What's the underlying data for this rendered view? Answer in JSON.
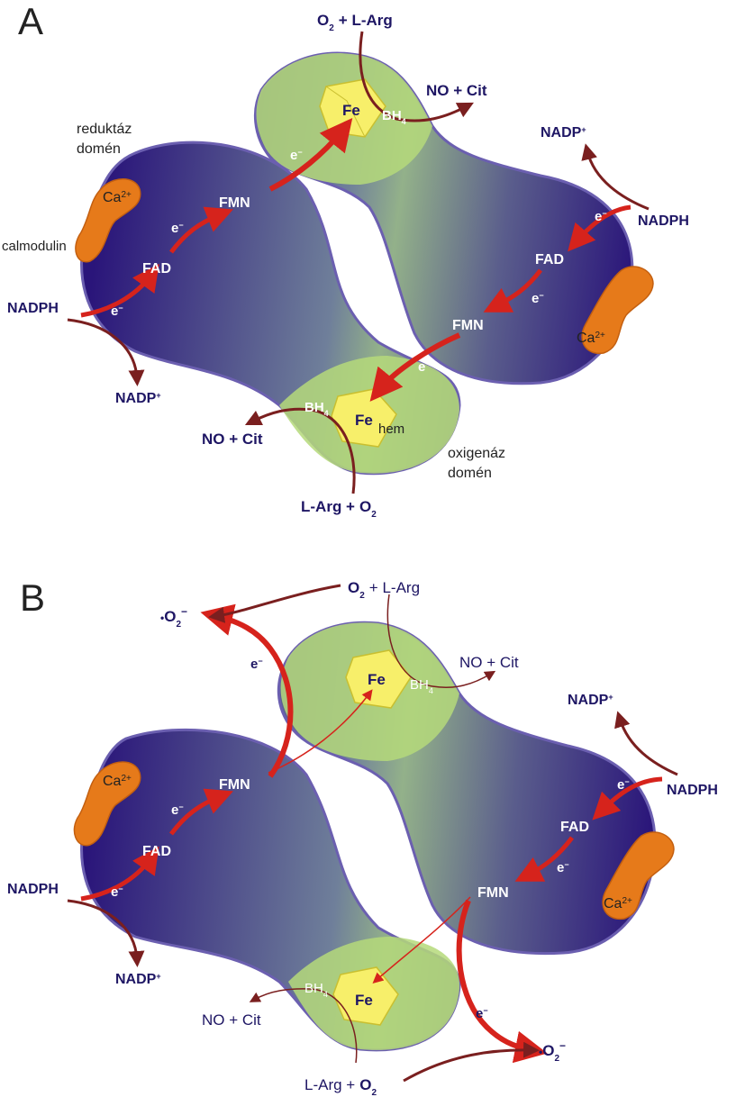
{
  "colors": {
    "reductase_dark": "#2a157a",
    "oxygenase_green": "#b5d97a",
    "outline": "#6b5fb0",
    "arrow_red": "#d6231c",
    "arrow_brown": "#7a1f1f",
    "calmodulin_orange": "#e67a1a",
    "heme_yellow": "#f7ef6a",
    "label_navy": "#1e1664"
  },
  "panel_a": {
    "letter": "A",
    "o2_sup": "2",
    "plus_top": "+ L-Arg",
    "o2": "O",
    "no_cit": "NO + Cit",
    "fe": "Fe",
    "bh": "BH",
    "bh_sub": "4",
    "nadp": "NADP",
    "nadp_sup": "+",
    "nadph": "NADPH",
    "fad": "FAD",
    "fmn": "FMN",
    "electron": "e",
    "electron_sup": "−",
    "ca": "Ca",
    "ca_sup": "2+",
    "calmodulin": "calmodulin",
    "reduktaz_line1": "reduktáz",
    "reduktaz_line2": "domén",
    "oxigenaz_line1": "oxigenáz",
    "oxigenaz_line2": "domén",
    "hem": "hem",
    "larg_bottom": "L-Arg +",
    "o2_bottom": "O",
    "no_cit_left": "NO + Cit"
  },
  "panel_b": {
    "letter": "B",
    "superoxide_sup": "−",
    "superoxide": "O",
    "superoxide_dot": "•",
    "o2": "O",
    "o2_sub": "2",
    "plus_top": "+ L-Arg",
    "no_cit_top": "NO + Cit",
    "no_cit_bottom": "NO + Cit",
    "larg_bottom": "L-Arg +"
  }
}
